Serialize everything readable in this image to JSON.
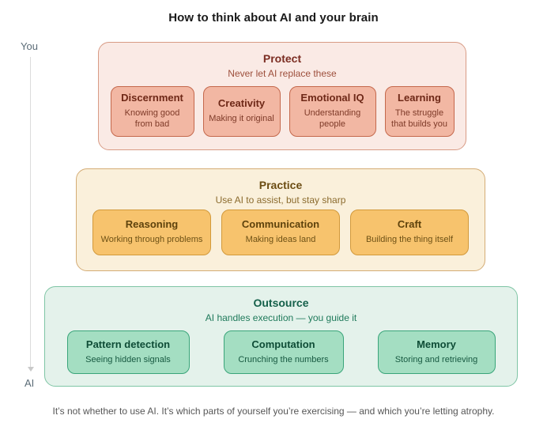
{
  "title": "How to think about AI and your brain",
  "axis": {
    "top_label": "You",
    "bottom_label": "AI"
  },
  "sections": [
    {
      "id": "protect",
      "title": "Protect",
      "subtitle": "Never let AI replace these",
      "colors": {
        "panel_bg": "#faeae5",
        "panel_border": "#d89b85",
        "card_bg": "#f2b7a3",
        "card_border": "#c4684c",
        "text": "#6e2817"
      },
      "cards": [
        {
          "title": "Discernment",
          "subtitle": "Knowing good from bad"
        },
        {
          "title": "Creativity",
          "subtitle": "Making it original"
        },
        {
          "title": "Emotional IQ",
          "subtitle": "Understanding people"
        },
        {
          "title": "Learning",
          "subtitle": "The struggle that builds you"
        }
      ]
    },
    {
      "id": "practice",
      "title": "Practice",
      "subtitle": "Use AI to assist, but stay sharp",
      "colors": {
        "panel_bg": "#faf0db",
        "panel_border": "#d4ac75",
        "card_bg": "#f7c36d",
        "card_border": "#d2993b",
        "text": "#5e420c"
      },
      "cards": [
        {
          "title": "Reasoning",
          "subtitle": "Working through problems"
        },
        {
          "title": "Communication",
          "subtitle": "Making ideas land"
        },
        {
          "title": "Craft",
          "subtitle": "Building the thing itself"
        }
      ]
    },
    {
      "id": "outsource",
      "title": "Outsource",
      "subtitle": "AI handles execution — you guide it",
      "colors": {
        "panel_bg": "#e4f2eb",
        "panel_border": "#7fc5a5",
        "card_bg": "#a4dec2",
        "card_border": "#3aa57a",
        "text": "#0e4c36"
      },
      "cards": [
        {
          "title": "Pattern detection",
          "subtitle": "Seeing hidden signals"
        },
        {
          "title": "Computation",
          "subtitle": "Crunching the numbers"
        },
        {
          "title": "Memory",
          "subtitle": "Storing and retrieving"
        }
      ]
    }
  ],
  "footer": "It’s not whether to use AI. It’s which parts of yourself you’re exercising — and which you’re letting atrophy."
}
